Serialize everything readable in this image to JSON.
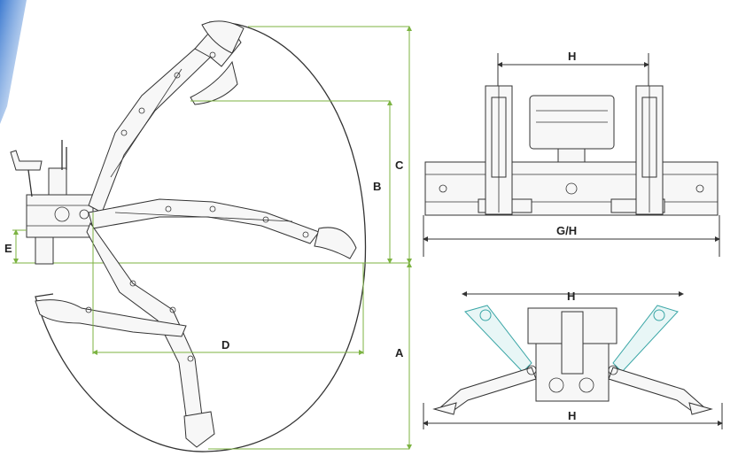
{
  "diagram": {
    "labels": {
      "a": "A",
      "b": "B",
      "c": "C",
      "d": "D",
      "e": "E",
      "gh": "G/H",
      "h_top": "H",
      "h_mid": "H",
      "h_bottom": "H"
    },
    "colors": {
      "dimension_line": "#7cb342",
      "outline": "#333333",
      "accent_corner": "#5b8fd6",
      "stabilizer_highlight": "#3aa6a6"
    }
  }
}
